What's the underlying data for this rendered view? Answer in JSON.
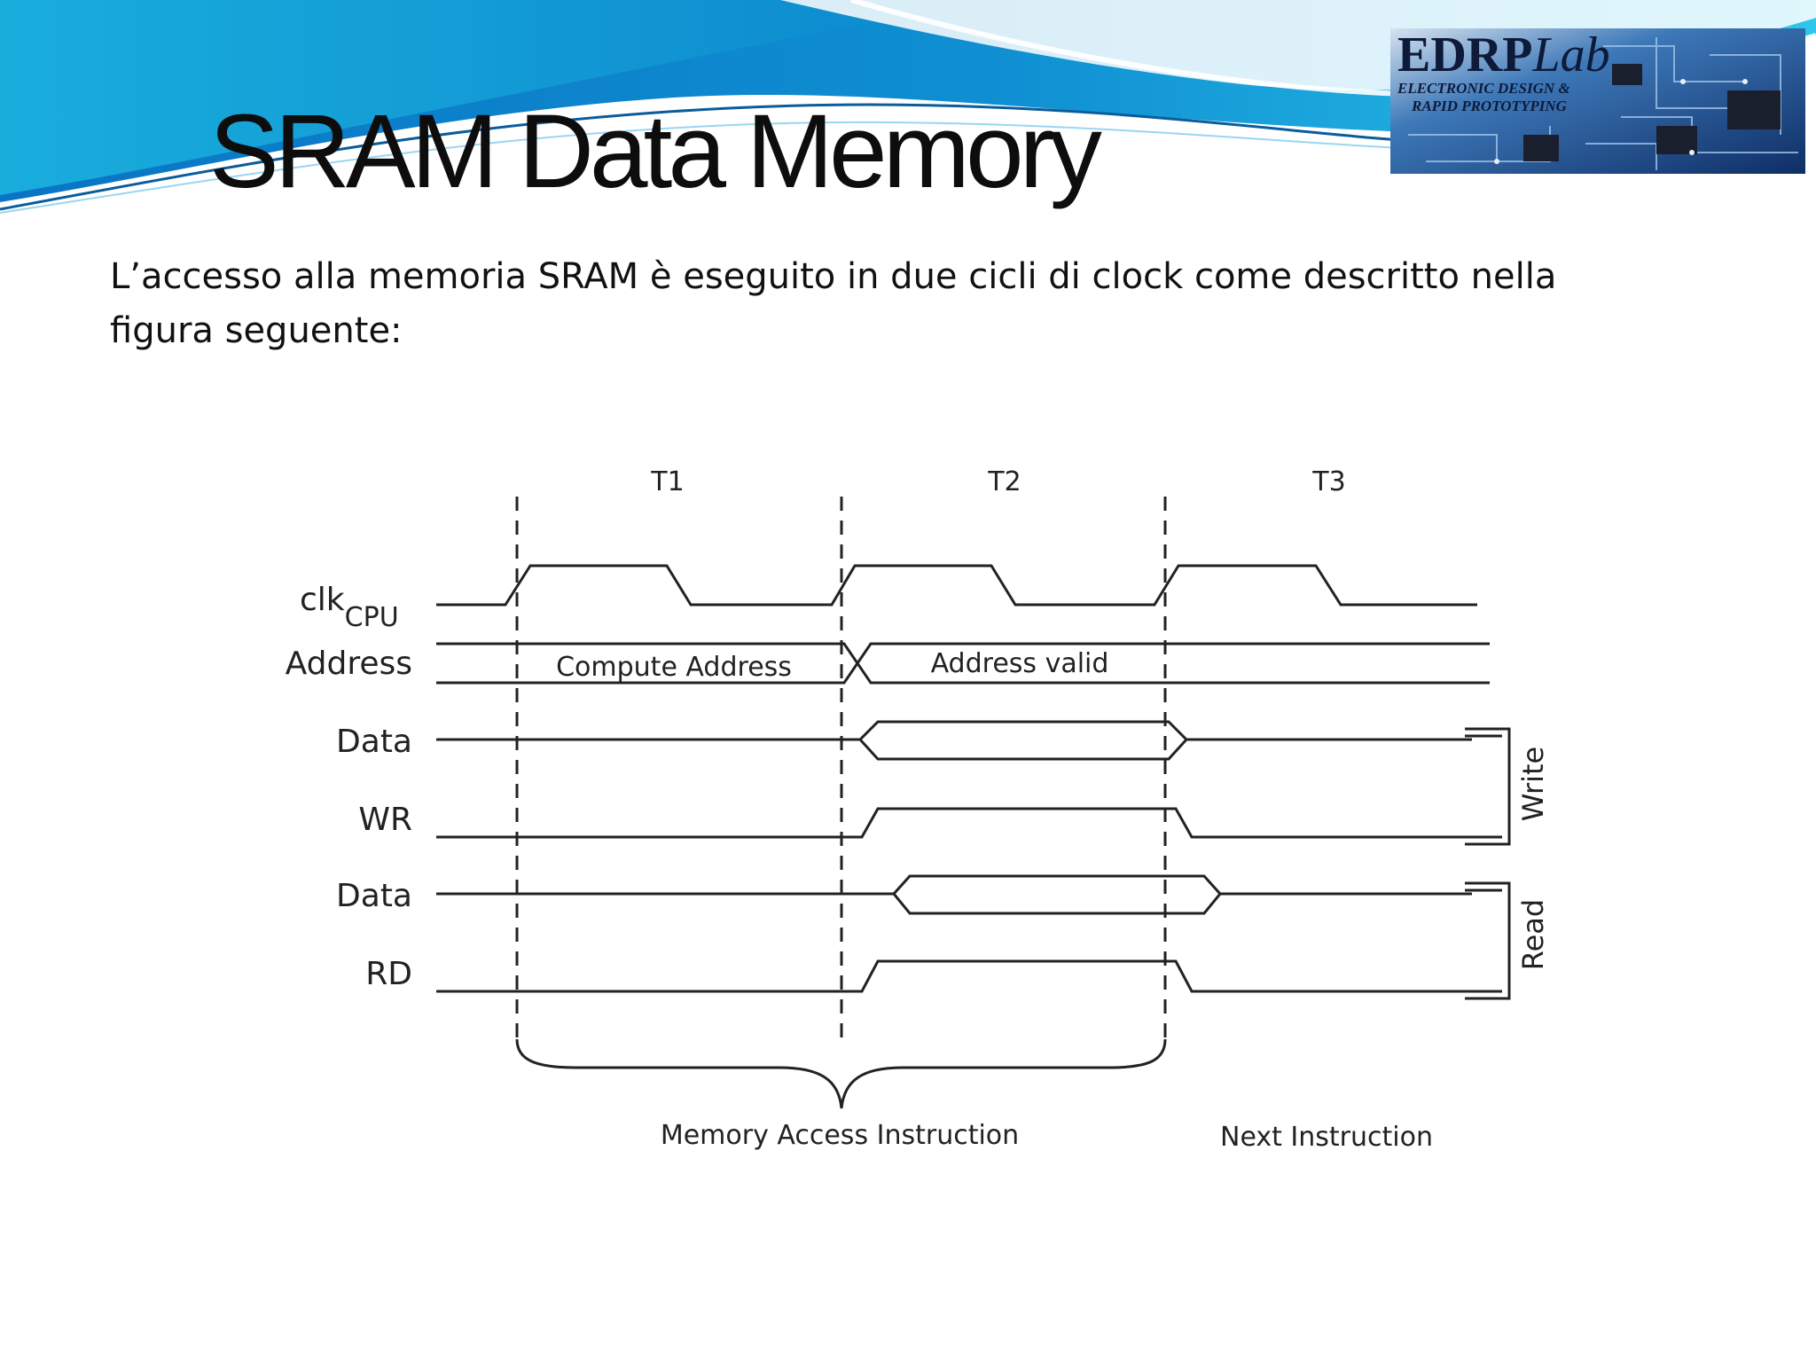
{
  "slide": {
    "title": "SRAM Data Memory",
    "intro": "L’accesso alla memoria SRAM è eseguito in due cicli di clock come descritto nella figura seguente:"
  },
  "logo": {
    "brand_bold": "EDRP",
    "brand_italic": "Lab",
    "tagline_1": "ELECTRONIC DESIGN &",
    "tagline_2": "RAPID PROTOTYPING"
  },
  "diagram": {
    "periods": [
      "T1",
      "T2",
      "T3"
    ],
    "clock": {
      "label": "clk",
      "subscript": "CPU"
    },
    "address": {
      "label": "Address",
      "phase_1": "Compute Address",
      "phase_2": "Address valid"
    },
    "write_group": {
      "label": "Write",
      "data_label": "Data",
      "strobe_label": "WR"
    },
    "read_group": {
      "label": "Read",
      "data_label": "Data",
      "strobe_label": "RD"
    },
    "phases": [
      "Memory Access Instruction",
      "Next Instruction"
    ]
  },
  "colors": {
    "wave_dark": "#0a6fb8",
    "wave_light": "#25c9e8",
    "ink": "#222222"
  }
}
